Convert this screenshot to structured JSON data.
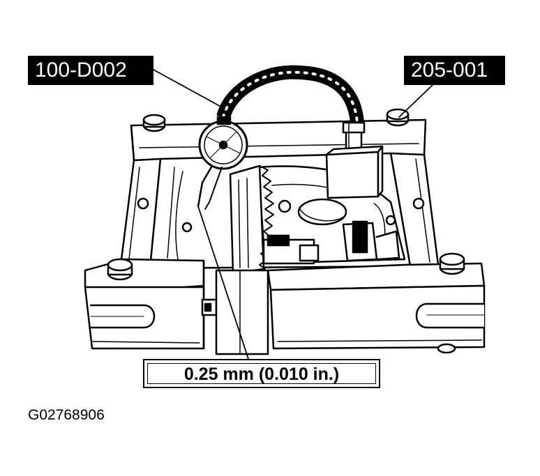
{
  "callouts": {
    "tool_left": "100-D002",
    "tool_right": "205-001",
    "measurement": "0.25 mm (0.010 in.)"
  },
  "figure_id": "G02768906",
  "colors": {
    "ink": "#000000",
    "paper": "#ffffff"
  }
}
